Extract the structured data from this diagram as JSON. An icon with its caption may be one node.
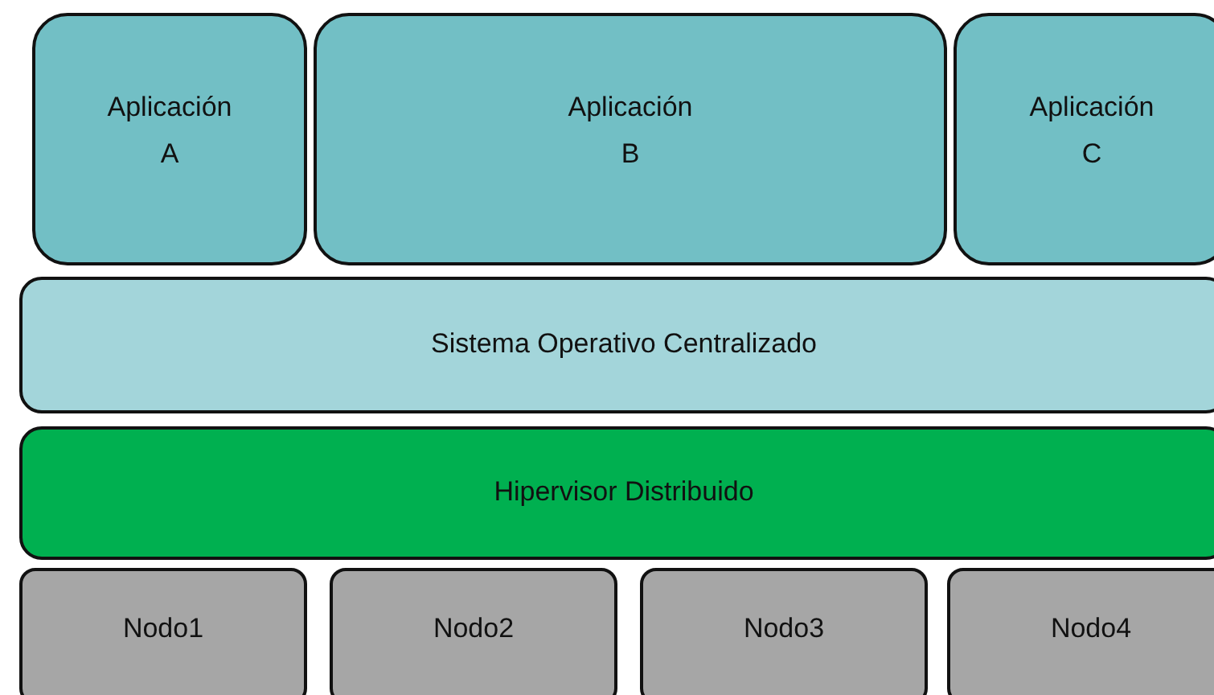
{
  "diagram": {
    "nodes": [
      {
        "text": [
          "Aplicación A"
        ]
      },
      {
        "text": [
          "Aplicación B"
        ]
      },
      {
        "text": [
          "Aplicación C"
        ]
      },
      {
        "text": [
          "Sistema Operativo Centralizado"
        ]
      },
      {
        "text": [
          "Hipervisor Distribuido"
        ]
      },
      {
        "text": [
          "Nodo1"
        ]
      },
      {
        "text": [
          "Nodo2"
        ]
      },
      {
        "text": [
          "Nodo3"
        ]
      },
      {
        "text": [
          "Nodo4"
        ]
      }
    ]
  }
}
